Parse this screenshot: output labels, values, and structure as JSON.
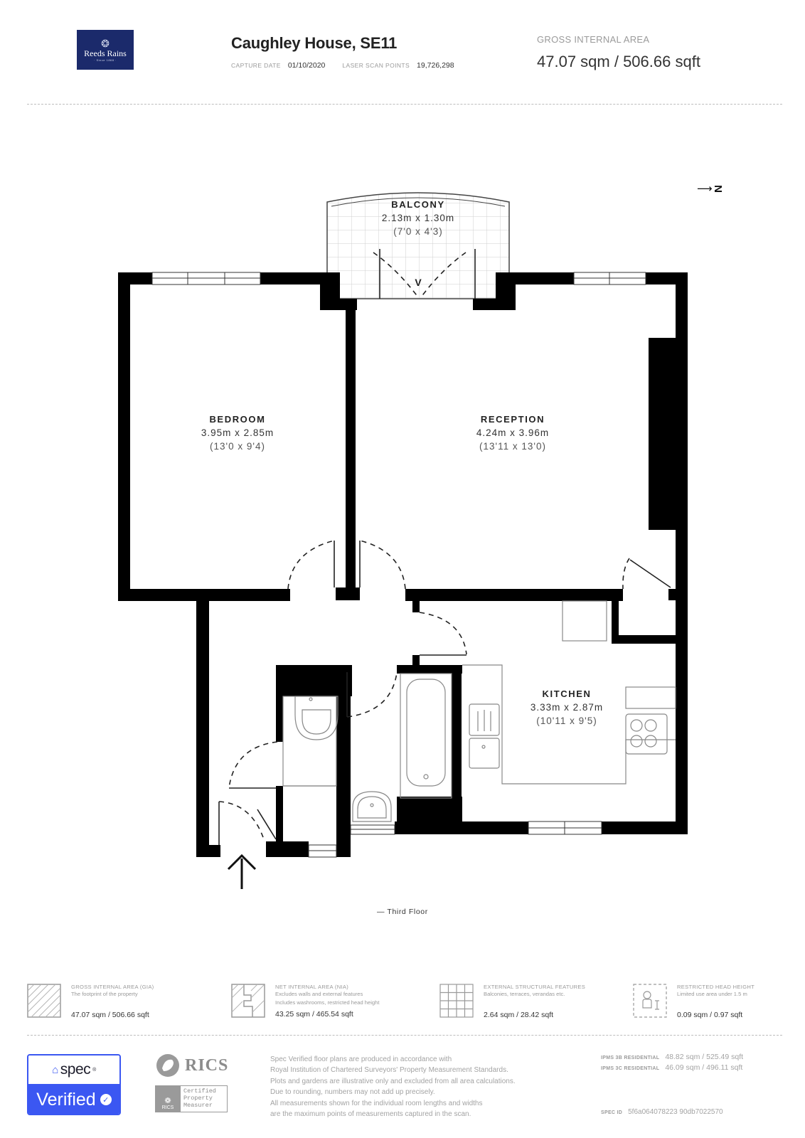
{
  "header": {
    "brand": {
      "name": "Reeds Rains",
      "since": "· Since 1868 ·"
    },
    "property_title": "Caughley House, SE11",
    "capture_date_label": "CAPTURE DATE",
    "capture_date": "01/10/2020",
    "laser_scan_label": "LASER SCAN POINTS",
    "laser_scan_points": "19,726,298",
    "gia_label": "GROSS INTERNAL AREA",
    "gia_value": "47.07 sqm / 506.66 sqft"
  },
  "plan": {
    "north_label": "N",
    "floor_label": "— Third Floor",
    "rooms": [
      {
        "id": "balcony",
        "name": "BALCONY",
        "metric": "2.13m x 1.30m",
        "imperial": "(7'0 x 4'3)"
      },
      {
        "id": "bedroom",
        "name": "BEDROOM",
        "metric": "3.95m x 2.85m",
        "imperial": "(13'0 x 9'4)"
      },
      {
        "id": "reception",
        "name": "RECEPTION",
        "metric": "4.24m x 3.96m",
        "imperial": "(13'11 x 13'0)"
      },
      {
        "id": "kitchen",
        "name": "KITCHEN",
        "metric": "3.33m x 2.87m",
        "imperial": "(10'11 x 9'5)"
      }
    ],
    "colors": {
      "wall": "#000000",
      "fixture": "#888888",
      "door": "#222222"
    }
  },
  "legend": [
    {
      "icon": "hatched-square-icon",
      "title": "GROSS INTERNAL AREA (GIA)",
      "desc": [
        "The footprint of the property"
      ],
      "value": "47.07 sqm / 506.66 sqft"
    },
    {
      "icon": "net-area-icon",
      "title": "NET INTERNAL AREA (NIA)",
      "desc": [
        "Excludes walls and external features",
        "Includes washrooms, restricted head height"
      ],
      "value": "43.25 sqm / 465.54 sqft"
    },
    {
      "icon": "grid-icon",
      "title": "EXTERNAL STRUCTURAL FEATURES",
      "desc": [
        "Balconies, terraces, verandas etc."
      ],
      "value": "2.64 sqm / 28.42 sqft"
    },
    {
      "icon": "restricted-height-icon",
      "title": "RESTRICTED HEAD HEIGHT",
      "desc": [
        "Limited use area under 1.5 m"
      ],
      "value": "0.09 sqm / 0.97 sqft"
    }
  ],
  "footer": {
    "spec_brand": "spec",
    "spec_verified": "Verified",
    "rics_word": "RICS",
    "rics_cert": [
      "Certified",
      "Property",
      "Measurer"
    ],
    "rics_small": "RICS",
    "disclaimer": [
      "Spec Verified floor plans are produced in accordance with",
      "Royal Institution of Chartered Surveyors' Property Measurement Standards.",
      "Plots and gardens are illustrative only and excluded from all area calculations.",
      "Due to rounding, numbers may not add up precisely.",
      "All measurements shown for the individual room lengths and widths",
      "are the maximum points of measurements captured in the scan."
    ],
    "ipms": [
      {
        "label": "IPMS 3B RESIDENTIAL",
        "value": "48.82 sqm / 525.49 sqft"
      },
      {
        "label": "IPMS 3C RESIDENTIAL",
        "value": "46.09 sqm / 496.11 sqft"
      }
    ],
    "spec_id_label": "SPEC ID",
    "spec_id": "5f6a064078223 90db7022570"
  }
}
